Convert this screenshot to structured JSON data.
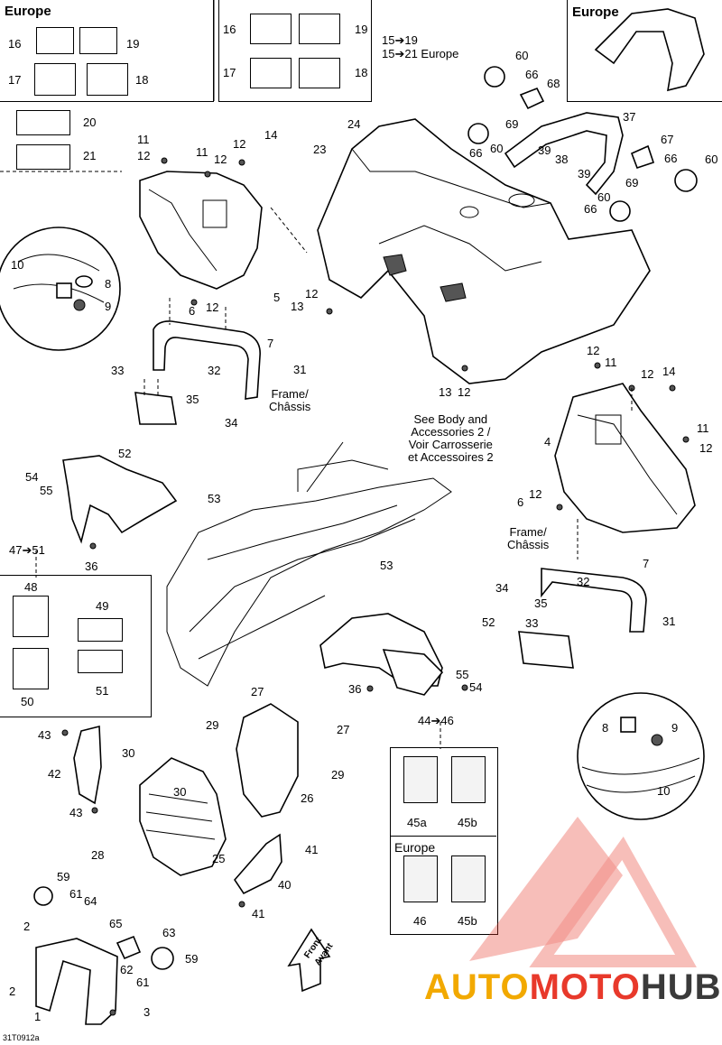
{
  "figure_code": "31T0912a",
  "watermark": "AUTOMOTOHUB",
  "watermark_colors": {
    "auto": "#f2a900",
    "moto": "#e8392b",
    "hub": "#3a3a3a"
  },
  "boxes": {
    "europe_top_left": "Europe",
    "europe_top_right": "Europe",
    "europe_bottom": "Europe"
  },
  "notes": {
    "decals_top": "15➔19",
    "decals_top_europe": "15➔21 Europe",
    "frame_left": "Frame/\nChâssis",
    "frame_right": "Frame/\nChâssis",
    "see_body": "See Body and\nAccessories 2 /\nVoir Carrosserie\net Accessoires 2",
    "front": "Front\nAvant",
    "range_47_51": "47➔51",
    "range_44_46": "44➔46"
  },
  "callouts": [
    {
      "id": "c16a",
      "text": "16"
    },
    {
      "id": "c19a",
      "text": "19"
    },
    {
      "id": "c17a",
      "text": "17"
    },
    {
      "id": "c18a",
      "text": "18"
    },
    {
      "id": "c20",
      "text": "20"
    },
    {
      "id": "c21",
      "text": "21"
    },
    {
      "id": "c16b",
      "text": "16"
    },
    {
      "id": "c19b",
      "text": "19"
    },
    {
      "id": "c17b",
      "text": "17"
    },
    {
      "id": "c18b",
      "text": "18"
    },
    {
      "id": "c60a",
      "text": "60"
    },
    {
      "id": "c66a",
      "text": "66"
    },
    {
      "id": "c68",
      "text": "68"
    },
    {
      "id": "c69a",
      "text": "69"
    },
    {
      "id": "c37",
      "text": "37"
    },
    {
      "id": "c39a",
      "text": "39"
    },
    {
      "id": "c38",
      "text": "38"
    },
    {
      "id": "c39b",
      "text": "39"
    },
    {
      "id": "c60b",
      "text": "60"
    },
    {
      "id": "c66b",
      "text": "66"
    },
    {
      "id": "c67",
      "text": "67"
    },
    {
      "id": "c66c",
      "text": "66"
    },
    {
      "id": "c60c",
      "text": "60"
    },
    {
      "id": "c69b",
      "text": "69"
    },
    {
      "id": "c60d",
      "text": "60"
    },
    {
      "id": "c66d",
      "text": "66"
    },
    {
      "id": "c24",
      "text": "24"
    },
    {
      "id": "c23",
      "text": "23"
    },
    {
      "id": "c11a",
      "text": "11"
    },
    {
      "id": "c12a",
      "text": "12"
    },
    {
      "id": "c11b",
      "text": "11"
    },
    {
      "id": "c12b",
      "text": "12"
    },
    {
      "id": "c12c",
      "text": "12"
    },
    {
      "id": "c14a",
      "text": "14"
    },
    {
      "id": "c10a",
      "text": "10"
    },
    {
      "id": "c8a",
      "text": "8"
    },
    {
      "id": "c9a",
      "text": "9"
    },
    {
      "id": "c5",
      "text": "5"
    },
    {
      "id": "c12d",
      "text": "12"
    },
    {
      "id": "c13a",
      "text": "13"
    },
    {
      "id": "c6a",
      "text": "6"
    },
    {
      "id": "c12e",
      "text": "12"
    },
    {
      "id": "c7a",
      "text": "7"
    },
    {
      "id": "c33a",
      "text": "33"
    },
    {
      "id": "c32a",
      "text": "32"
    },
    {
      "id": "c31a",
      "text": "31"
    },
    {
      "id": "c35a",
      "text": "35"
    },
    {
      "id": "c34a",
      "text": "34"
    },
    {
      "id": "c13b",
      "text": "13"
    },
    {
      "id": "c12f",
      "text": "12"
    },
    {
      "id": "c12g",
      "text": "12"
    },
    {
      "id": "c11c",
      "text": "11"
    },
    {
      "id": "c12h",
      "text": "12"
    },
    {
      "id": "c14b",
      "text": "14"
    },
    {
      "id": "c4",
      "text": "4"
    },
    {
      "id": "c11d",
      "text": "11"
    },
    {
      "id": "c12i",
      "text": "12"
    },
    {
      "id": "c12j",
      "text": "12"
    },
    {
      "id": "c6b",
      "text": "6"
    },
    {
      "id": "c7b",
      "text": "7"
    },
    {
      "id": "c34b",
      "text": "34"
    },
    {
      "id": "c32b",
      "text": "32"
    },
    {
      "id": "c35b",
      "text": "35"
    },
    {
      "id": "c33b",
      "text": "33"
    },
    {
      "id": "c31b",
      "text": "31"
    },
    {
      "id": "c8b",
      "text": "8"
    },
    {
      "id": "c9b",
      "text": "9"
    },
    {
      "id": "c10b",
      "text": "10"
    },
    {
      "id": "c52a",
      "text": "52"
    },
    {
      "id": "c54a",
      "text": "54"
    },
    {
      "id": "c55a",
      "text": "55"
    },
    {
      "id": "c53a",
      "text": "53"
    },
    {
      "id": "c36a",
      "text": "36"
    },
    {
      "id": "c53b",
      "text": "53"
    },
    {
      "id": "c52b",
      "text": "52"
    },
    {
      "id": "c36b",
      "text": "36"
    },
    {
      "id": "c55b",
      "text": "55"
    },
    {
      "id": "c54b",
      "text": "54"
    },
    {
      "id": "c48",
      "text": "48"
    },
    {
      "id": "c49",
      "text": "49"
    },
    {
      "id": "c50",
      "text": "50"
    },
    {
      "id": "c51",
      "text": "51"
    },
    {
      "id": "c27a",
      "text": "27"
    },
    {
      "id": "c27b",
      "text": "27"
    },
    {
      "id": "c29a",
      "text": "29"
    },
    {
      "id": "c29b",
      "text": "29"
    },
    {
      "id": "c43a",
      "text": "43"
    },
    {
      "id": "c30a",
      "text": "30"
    },
    {
      "id": "c42",
      "text": "42"
    },
    {
      "id": "c43b",
      "text": "43"
    },
    {
      "id": "c30b",
      "text": "30"
    },
    {
      "id": "c26",
      "text": "26"
    },
    {
      "id": "c28",
      "text": "28"
    },
    {
      "id": "c25",
      "text": "25"
    },
    {
      "id": "c41a",
      "text": "41"
    },
    {
      "id": "c40",
      "text": "40"
    },
    {
      "id": "c41b",
      "text": "41"
    },
    {
      "id": "c59a",
      "text": "59"
    },
    {
      "id": "c61a",
      "text": "61"
    },
    {
      "id": "c64",
      "text": "64"
    },
    {
      "id": "c65",
      "text": "65"
    },
    {
      "id": "c63",
      "text": "63"
    },
    {
      "id": "c2a",
      "text": "2"
    },
    {
      "id": "c59b",
      "text": "59"
    },
    {
      "id": "c62",
      "text": "62"
    },
    {
      "id": "c61b",
      "text": "61"
    },
    {
      "id": "c2b",
      "text": "2"
    },
    {
      "id": "c3",
      "text": "3"
    },
    {
      "id": "c1",
      "text": "1"
    },
    {
      "id": "c45a",
      "text": "45a"
    },
    {
      "id": "c45b",
      "text": "45b"
    },
    {
      "id": "c46",
      "text": "46"
    },
    {
      "id": "c45b2",
      "text": "45b"
    }
  ]
}
